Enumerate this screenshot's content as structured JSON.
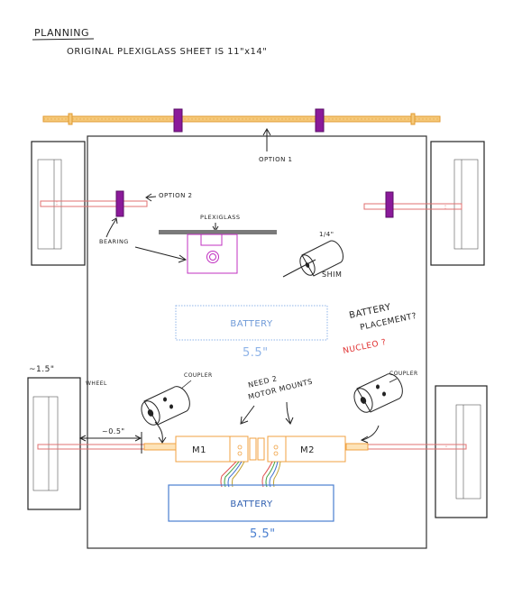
{
  "title": "PLANNING",
  "subtitle": "ORIGINAL PLEXIGLASS SHEET IS 11\"x14\"",
  "labels": {
    "option1": "OPTION 1",
    "option2": "OPTION 2",
    "plexiglass": "PLEXIGLASS",
    "bearing": "BEARING",
    "shim_size": "1/4\"",
    "shim": "SHIM",
    "battery_top": "BATTERY",
    "battery_top_dim": "5.5\"",
    "battery_placement_1": "BATTERY",
    "battery_placement_2": "PLACEMENT?",
    "nucleo": "NUCLEO ?",
    "wheel_dim": "~1.5\"",
    "wheel": "WHEEL",
    "coupler_left": "COUPLER",
    "coupler_right": "COUPLER",
    "need_motor_mounts_1": "NEED 2",
    "need_motor_mounts_2": "MOTOR MOUNTS",
    "gap_dim": "~0.5\"",
    "motor_1": "M1",
    "motor_2": "M2",
    "battery_bottom": "BATTERY",
    "battery_bottom_dim": "5.5\""
  },
  "colors": {
    "ink": "#222222",
    "rod": "#f0a030",
    "bearing": "#8b1a9a",
    "axle": "#e07070",
    "blue": "#4a7fd0",
    "red": "#e03030",
    "motor": "#f0a040",
    "gray": "#777777"
  }
}
